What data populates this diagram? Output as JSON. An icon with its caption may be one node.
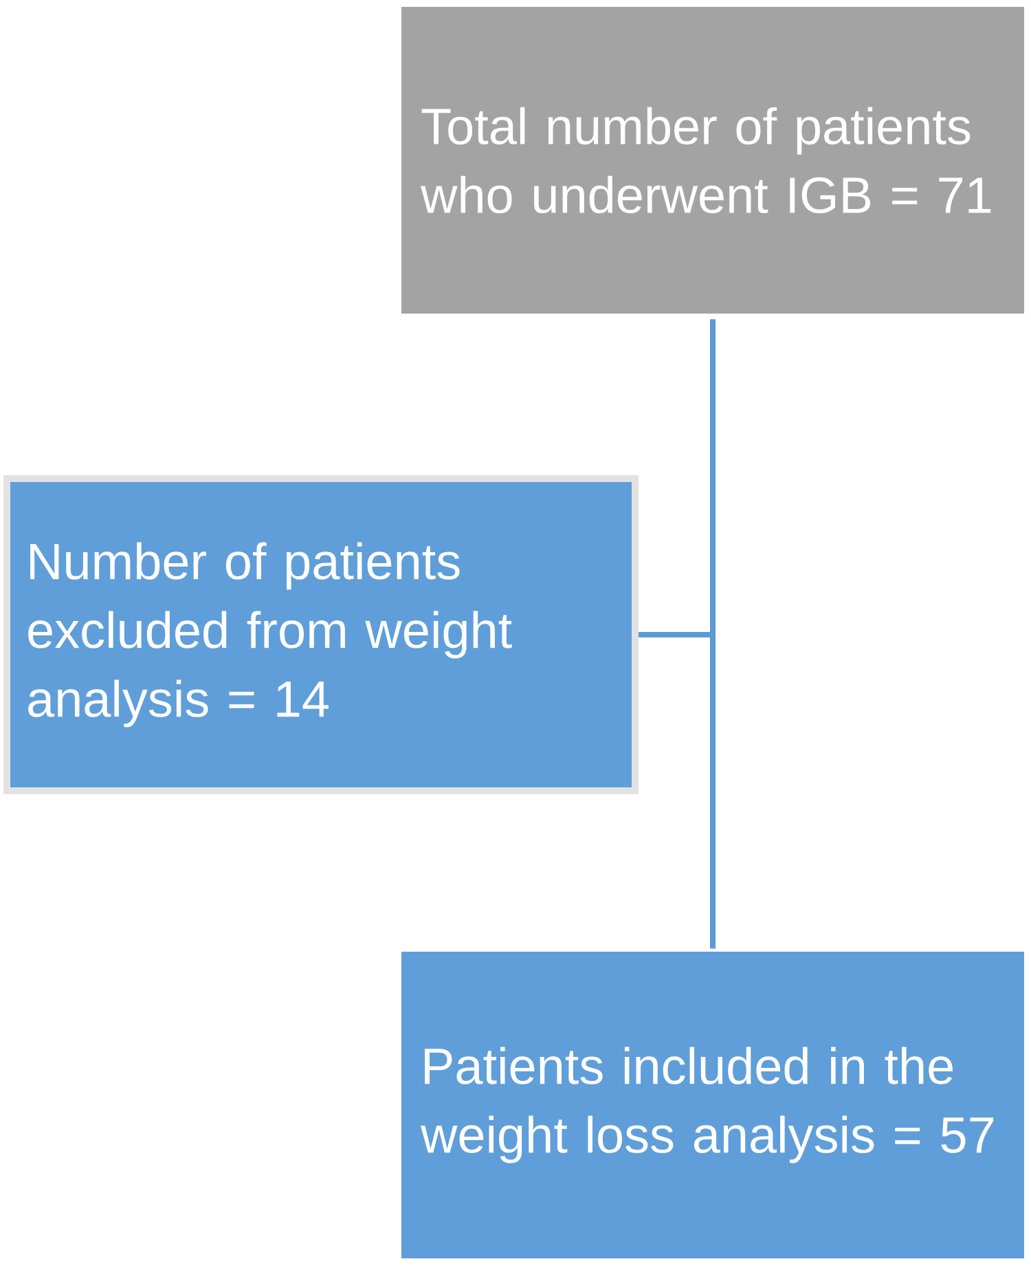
{
  "diagram": {
    "nodes": [
      {
        "text": [
          "Total number of patients who underwent IGB = 71"
        ]
      },
      {
        "text": [
          "Number of patients excluded from weight analysis = 14"
        ]
      },
      {
        "text": [
          "Patients included in the weight loss analysis = 57"
        ]
      }
    ],
    "edges": [
      {
        "from": 0,
        "to": 2,
        "arrow": "none"
      },
      {
        "from": 0,
        "to": 1,
        "arrow": "none"
      }
    ]
  }
}
